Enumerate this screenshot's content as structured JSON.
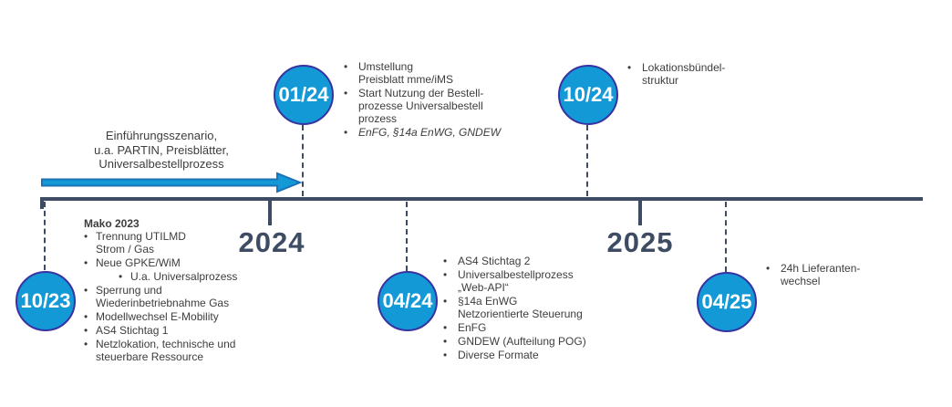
{
  "colors": {
    "timeline": "#3E4C63",
    "circle_fill": "#1399D6",
    "circle_border": "#3733A3",
    "arrow_fill": "#1399D6",
    "arrow_border": "#1A72B8",
    "text": "#3D3D3D"
  },
  "axis": {
    "years": [
      {
        "label": "2024"
      },
      {
        "label": "2025"
      }
    ]
  },
  "intro_arrow": {
    "label": "Einführungsszenario,\nu.a. PARTIN, Preisblätter,\nUniversalbestellprozess"
  },
  "milestones": [
    {
      "date": "10/23",
      "title": "Mako 2023",
      "items": [
        {
          "text": "Trennung UTILMD\nStrom / Gas"
        },
        {
          "text": "Neue GPKE/WiM"
        },
        {
          "text": "U.a. Universalprozess"
        },
        {
          "text": "Sperrung und\nWiederinbetriebnahme Gas"
        },
        {
          "text": "Modellwechsel E-Mobility"
        },
        {
          "text": "AS4 Stichtag 1"
        },
        {
          "text": "Netzlokation, technische und\nsteuerbare Ressource"
        }
      ]
    },
    {
      "date": "01/24",
      "items": [
        {
          "text": "Umstellung\nPreisblatt mme/iMS"
        },
        {
          "text": "Start Nutzung der Bestell-\nprozesse Universalbestell\nprozess"
        },
        {
          "text": "EnFG, §14a EnWG, GNDEW"
        }
      ]
    },
    {
      "date": "04/24",
      "items": [
        {
          "text": "AS4 Stichtag 2"
        },
        {
          "text": "Universalbestellprozess\n„Web-API“"
        },
        {
          "text": "§14a EnWG\nNetzorientierte Steuerung"
        },
        {
          "text": "EnFG"
        },
        {
          "text": "GNDEW (Aufteilung POG)"
        },
        {
          "text": "Diverse Formate"
        }
      ]
    },
    {
      "date": "10/24",
      "items": [
        {
          "text": "Lokationsbündel-\nstruktur"
        }
      ]
    },
    {
      "date": "04/25",
      "items": [
        {
          "text": "24h Lieferanten-\nwechsel"
        }
      ]
    }
  ]
}
